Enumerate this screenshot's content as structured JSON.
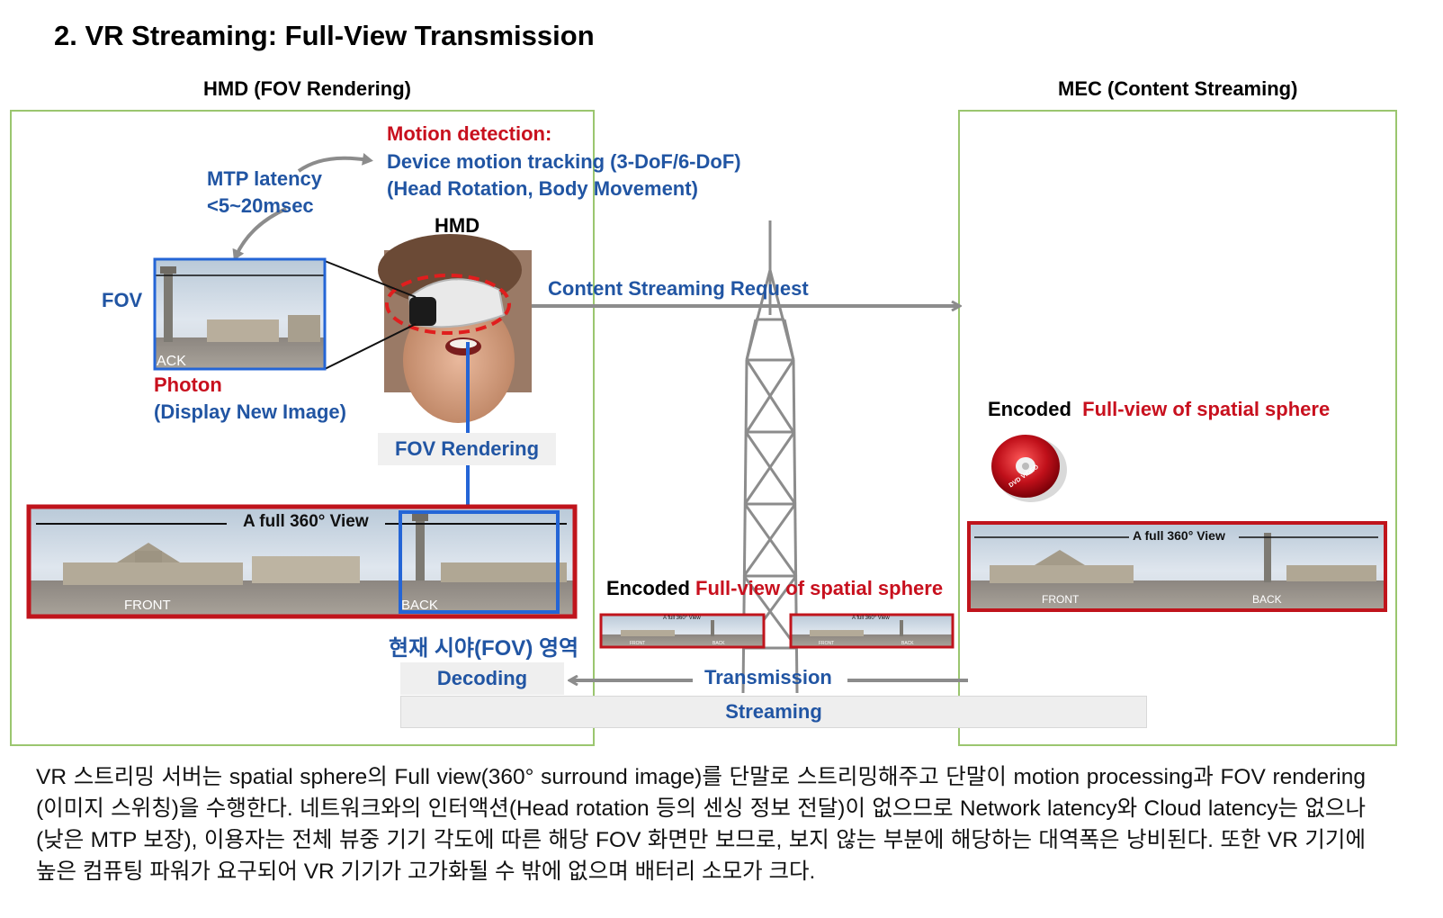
{
  "title": "2. VR Streaming: Full-View Transmission",
  "hmd_panel_title": "HMD (FOV Rendering)",
  "mec_panel_title": "MEC (Content Streaming)",
  "motion": {
    "heading": "Motion detection:",
    "line1": "Device motion tracking (3-DoF/6-DoF)",
    "line2": "(Head Rotation, Body Movement)"
  },
  "mtp": {
    "line1": "MTP latency",
    "line2": "<5~20msec"
  },
  "hmd_label": "HMD",
  "fov_label": "FOV",
  "photon": {
    "line1": "Photon",
    "line2": "(Display New Image)"
  },
  "fov_thumbnail_label": "ACK",
  "content_request_label": "Content Streaming Request",
  "fov_rendering_label": "FOV Rendering",
  "panorama": {
    "caption": "A full 360° View",
    "front": "FRONT",
    "back": "BACK"
  },
  "current_fov_label": "현재 시야(FOV) 영역",
  "decoding_label": "Decoding",
  "transmission_label": "Transmission",
  "streaming_label": "Streaming",
  "encoded_mid": {
    "prefix": "Encoded ",
    "highlight": "Full-view of spatial sphere"
  },
  "encoded_mec": {
    "prefix": "Encoded  ",
    "highlight": "Full-view of spatial sphere"
  },
  "small_pano": {
    "caption": "A full 360° View",
    "front": "FRONT",
    "back": "BACK"
  },
  "disc_label": "DVD VIDEO",
  "description": "VR 스트리밍 서버는 spatial sphere의 Full view(360° surround image)를 단말로 스트리밍해주고 단말이 motion processing과 FOV rendering (이미지 스위칭)을 수행한다. 네트워크와의 인터액션(Head rotation 등의 센싱 정보 전달)이 없으므로 Network latency와 Cloud latency는 없으나(낮은 MTP 보장), 이용자는 전체 뷰중 기기 각도에 따른 해당 FOV 화면만 보므로, 보지 않는 부분에 해당하는 대역폭은 낭비된다. 또한 VR 기기에 높은 컴퓨팅 파워가 요구되어 VR 기기가 고가화될 수 밖에 없으며 배터리 소모가 크다.",
  "colors": {
    "panel_border": "#9bc66f",
    "label_blue": "#2155a3",
    "label_red": "#c8101e",
    "frame_red": "#c0141c",
    "frame_blue": "#2465d6",
    "arrow_gray": "#8c8c8c"
  }
}
